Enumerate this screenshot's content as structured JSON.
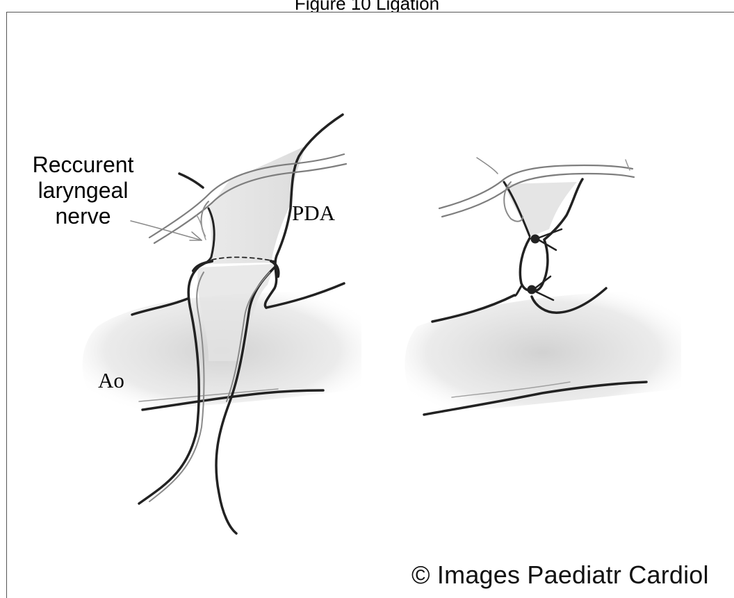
{
  "figure": {
    "title": "Figure 10 Ligation",
    "copyright": "© Images Paediatr Cardiol"
  },
  "labels": {
    "nerve_line1": "Reccurent",
    "nerve_line2": "laryngeal",
    "nerve_line3": "nerve",
    "pda": "PDA",
    "ao": "Ao"
  },
  "colors": {
    "ink": "#222222",
    "nerve": "#8a8a8a",
    "shade": "#d9d9d9",
    "frame": "#555555"
  }
}
